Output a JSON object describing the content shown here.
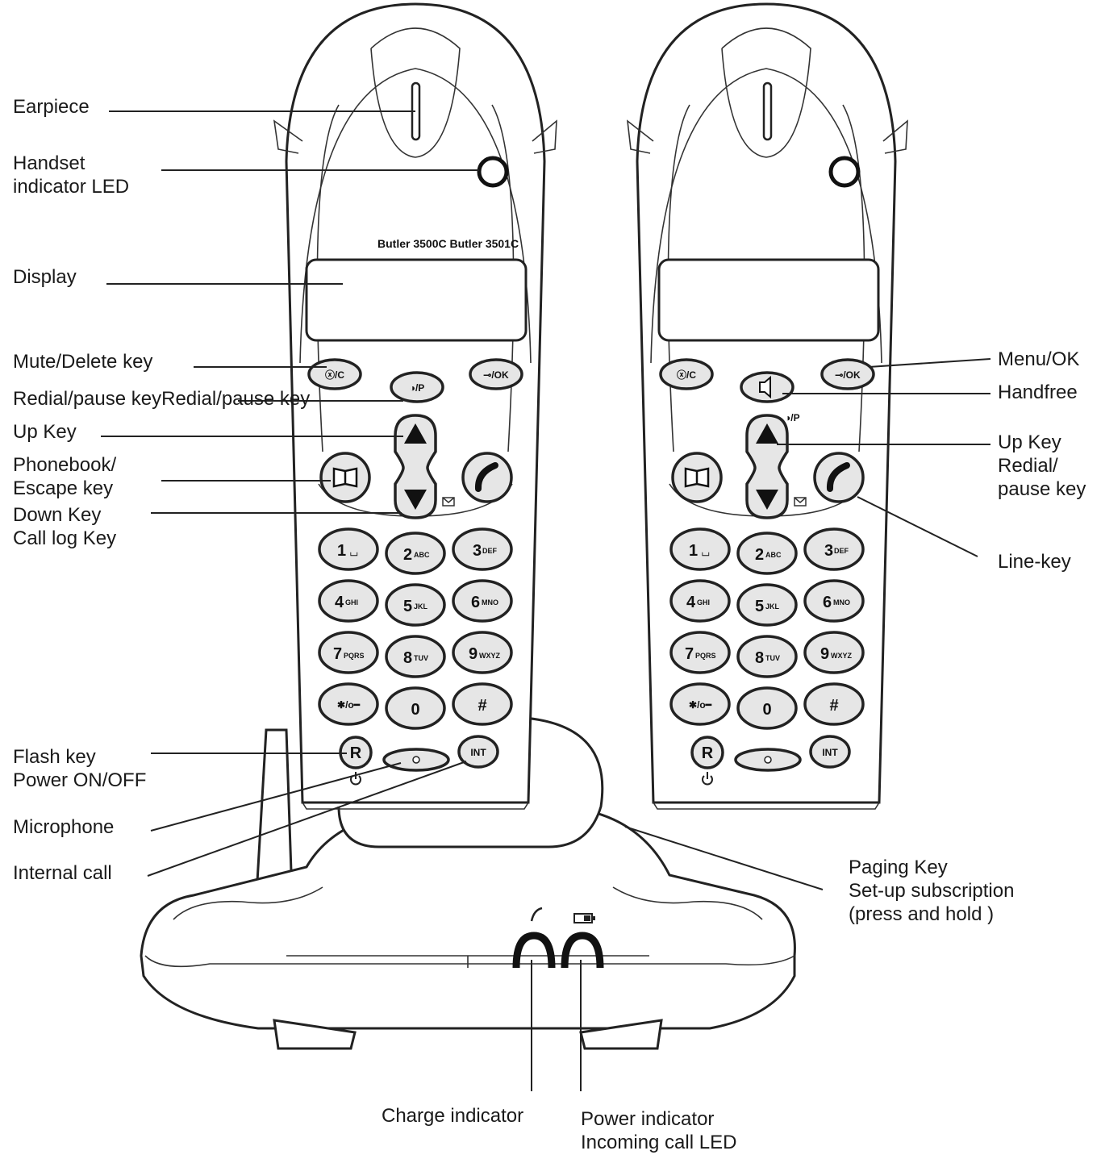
{
  "brand": {
    "text": "Butler 3500C Butler 3501C"
  },
  "labels_left": {
    "earpiece": "Earpiece",
    "handset_led_1": "Handset",
    "handset_led_2": "indicator LED",
    "display": "Display",
    "mute_delete": "Mute/Delete key",
    "redial_pause": "Redial/pause keyRedial/pause key",
    "up_key": "Up Key",
    "phonebook_1": "Phonebook/",
    "phonebook_2": "Escape key",
    "down_key_1": "Down Key",
    "down_key_2": "Call log Key",
    "flash_1": "Flash key",
    "flash_2": "Power ON/OFF",
    "microphone": "Microphone",
    "internal_call": "Internal call"
  },
  "labels_right": {
    "menu_ok": "Menu/OK",
    "handfree": "Handfree",
    "up_key_1": "Up Key",
    "up_key_2": "Redial/",
    "up_key_3": "pause key",
    "line_key": "Line-key",
    "paging_1": "Paging Key",
    "paging_2": "Set-up subscription",
    "paging_3": "(press and hold )"
  },
  "labels_bottom": {
    "charge": "Charge indicator",
    "power_1": "Power indicator",
    "power_2": "Incoming call LED"
  },
  "keys": {
    "mute": "ⓧ/C",
    "redial": "◑/P",
    "menu": "⊸/OK",
    "redial_small": "◑/P",
    "k1": "1",
    "k1s": "⌴",
    "k2": "2",
    "k2s": "ABC",
    "k3": "3",
    "k3s": "DEF",
    "k4": "4",
    "k4s": "GHI",
    "k5": "5",
    "k5s": "JKL",
    "k6": "6",
    "k6s": "MNO",
    "k7": "7",
    "k7s": "PQRS",
    "k8": "8",
    "k8s": "TUV",
    "k9": "9",
    "k9s": "WXYZ",
    "star": "✱/o━",
    "k0": "0",
    "hash": "#",
    "r": "R",
    "int": "INT"
  }
}
